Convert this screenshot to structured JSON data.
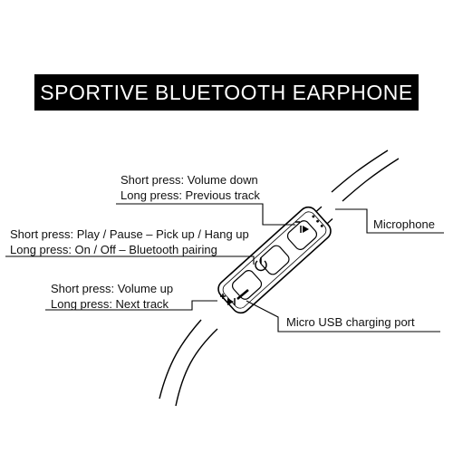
{
  "title": "SPORTIVE BLUETOOTH EARPHONE",
  "callouts": {
    "volume_down": {
      "line1": "Short press: Volume down",
      "line2": "Long press: Previous track"
    },
    "play": {
      "line1": "Short press: Play / Pause – Pick up / Hang up",
      "line2": "Long press: On / Off – Bluetooth pairing"
    },
    "volume_up": {
      "line1": "Short press: Volume up",
      "line2": "Long press: Next track"
    },
    "microphone": "Microphone",
    "usb": "Micro USB charging port"
  }
}
